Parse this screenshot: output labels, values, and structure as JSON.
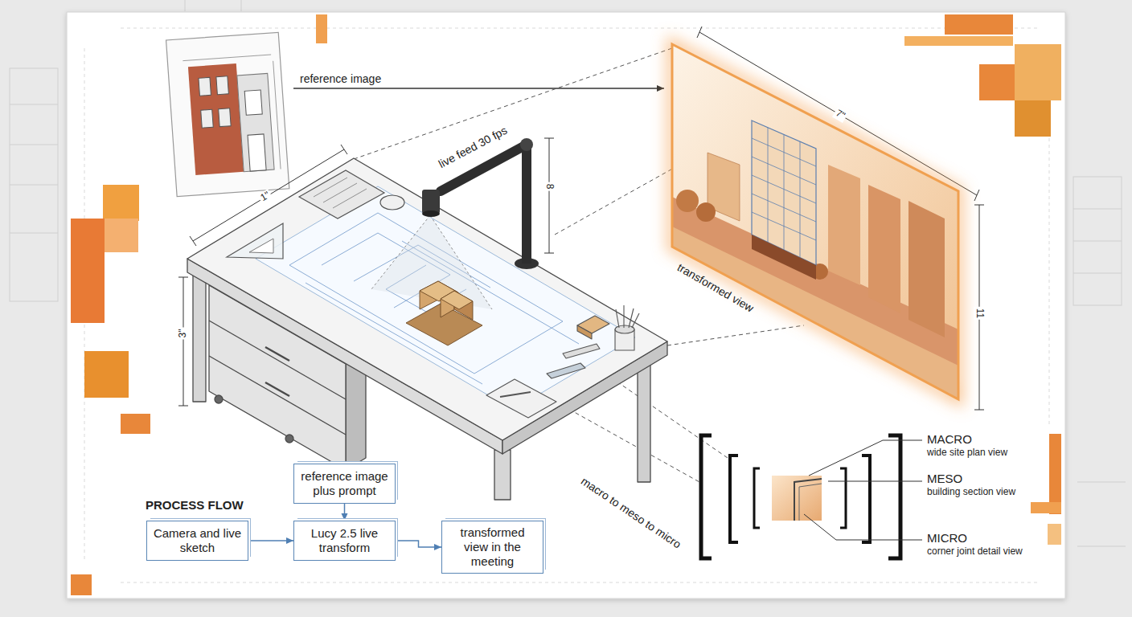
{
  "diagram": {
    "nodes": [
      {
        "text": [
          "Camera and live sketch"
        ]
      },
      {
        "text": [
          "reference image plus prompt"
        ]
      },
      {
        "text": [
          "Lucy 2.5 live transform"
        ]
      },
      {
        "text": [
          "transformed view in the meeting"
        ]
      }
    ],
    "edges": [
      {
        "from": 0,
        "to": 2,
        "arrow": "to"
      },
      {
        "from": 1,
        "to": 2,
        "arrow": "to"
      },
      {
        "from": 2,
        "to": 3,
        "arrow": "to"
      }
    ],
    "labels": [
      "reference image",
      "live feed 30 fps",
      "1\"",
      "8",
      "3\"",
      "7\"",
      "11",
      "transformed view",
      "macro to meso to micro",
      "MACRO",
      "wide site plan view",
      "MESO",
      "building section view",
      "MICRO",
      "corner joint detail view",
      "PROCESS FLOW"
    ]
  }
}
